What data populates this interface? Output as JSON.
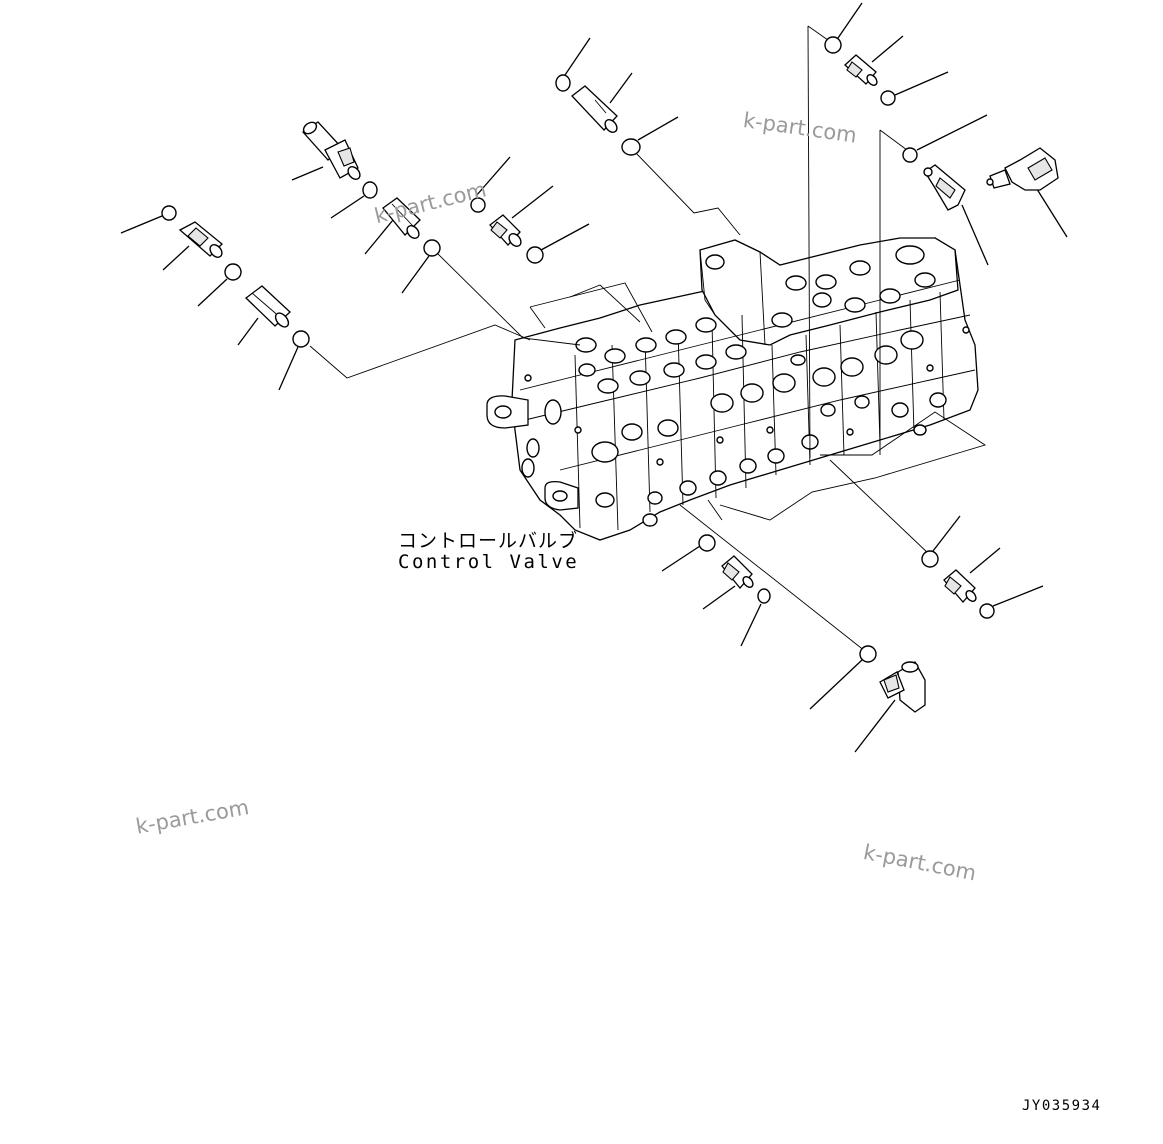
{
  "diagram": {
    "part_label_jp": "コントロールバルブ",
    "part_label_en": "Control Valve",
    "drawing_number": "JY035934",
    "watermarks": [
      "k-part.com",
      "k-part.com",
      "k-part.com",
      "k-part.com"
    ]
  }
}
